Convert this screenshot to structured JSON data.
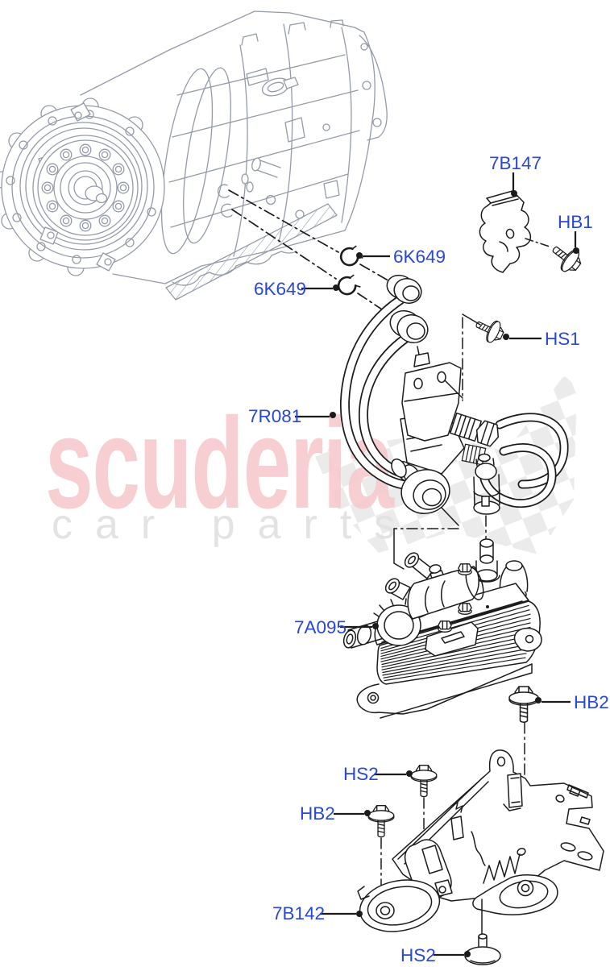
{
  "watermark": {
    "brand": "scuderia",
    "subtitle": "car parts"
  },
  "colors": {
    "callout_text": "#2847d7",
    "line_art": "#1b1b1b",
    "machine_art": "#949aa8",
    "brand_pink": "#f7c9ce",
    "subtitle_gray": "#e2e2e2",
    "checker_gray": "#d7d7d7"
  },
  "callouts": [
    {
      "part": "7B147"
    },
    {
      "part": "HB1"
    },
    {
      "part": "6K649"
    },
    {
      "part": "6K649"
    },
    {
      "part": "HS1"
    },
    {
      "part": "7R081"
    },
    {
      "part": "7A095"
    },
    {
      "part": "HB2"
    },
    {
      "part": "HS2"
    },
    {
      "part": "HB2"
    },
    {
      "part": "7B142"
    },
    {
      "part": "HS2"
    }
  ]
}
